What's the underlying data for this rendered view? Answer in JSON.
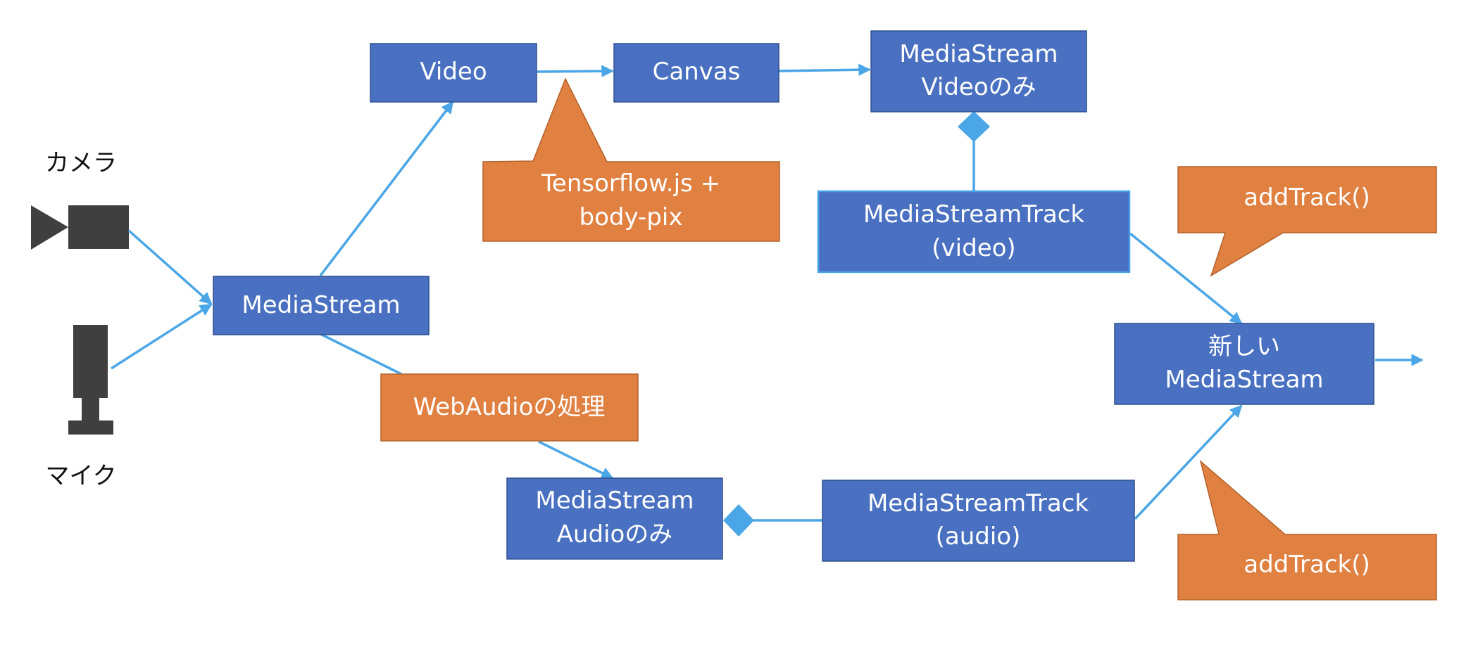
{
  "colors": {
    "box_fill": "#4a71c1",
    "callout_fill": "#e08041",
    "connector": "#4aa6e6",
    "device": "#3f3f3f"
  },
  "icons": {
    "camera": "video-camera-icon",
    "mic": "microphone-icon"
  },
  "labels": {
    "camera": "カメラ",
    "mic": "マイク"
  },
  "nodes": {
    "mediastream": [
      "MediaStream"
    ],
    "video": [
      "Video"
    ],
    "canvas": [
      "Canvas"
    ],
    "ms_video_only": [
      "MediaStream",
      "Videoのみ"
    ],
    "track_video": [
      "MediaStreamTrack",
      "(video)"
    ],
    "new_ms": [
      "新しい",
      "MediaStream"
    ],
    "ms_audio_only": [
      "MediaStream",
      "Audioのみ"
    ],
    "track_audio": [
      "MediaStreamTrack",
      "(audio)"
    ]
  },
  "callouts": {
    "tensorflow": [
      "Tensorflow.js +",
      "body-pix"
    ],
    "webaudio": [
      "WebAudioの処理"
    ],
    "addtrack_top": [
      "addTrack()"
    ],
    "addtrack_bottom": [
      "addTrack()"
    ]
  }
}
